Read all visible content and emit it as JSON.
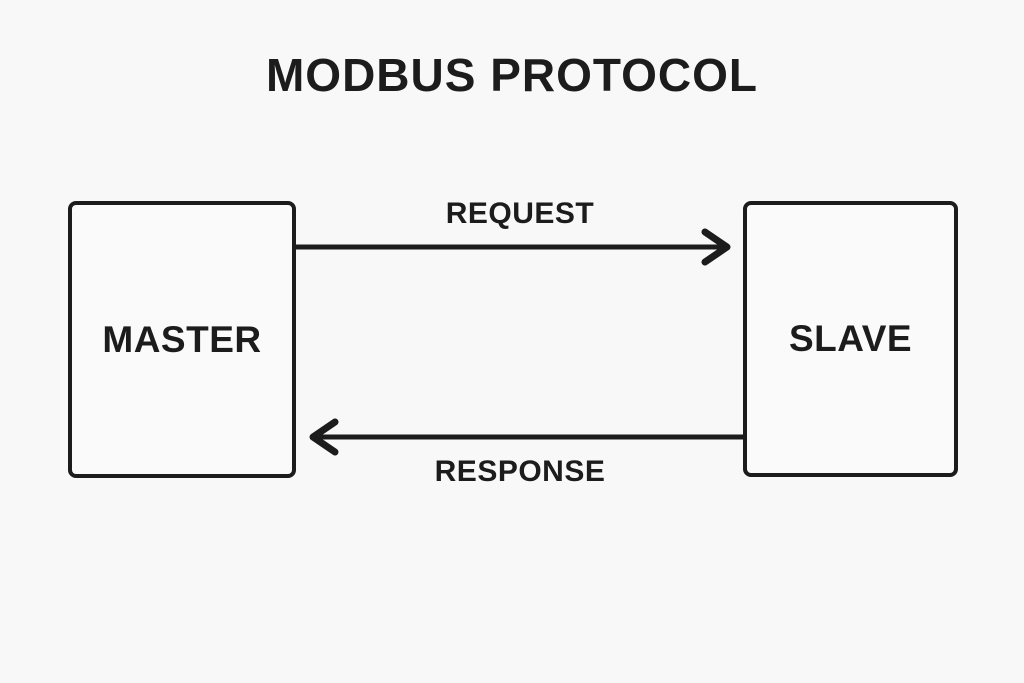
{
  "diagram": {
    "title": "MODBUS PROTOCOL",
    "nodes": [
      {
        "id": "master",
        "label": "MASTER"
      },
      {
        "id": "slave",
        "label": "SLAVE"
      }
    ],
    "edges": [
      {
        "from": "master",
        "to": "slave",
        "label": "REQUEST",
        "direction": "left-to-right",
        "label_position": "above-arrow"
      },
      {
        "from": "slave",
        "to": "master",
        "label": "RESPONSE",
        "direction": "right-to-left",
        "label_position": "below-arrow"
      }
    ],
    "colors": {
      "background": "#f8f8f8",
      "stroke": "#1c1c1c",
      "node_fill": "#fafafa"
    }
  }
}
